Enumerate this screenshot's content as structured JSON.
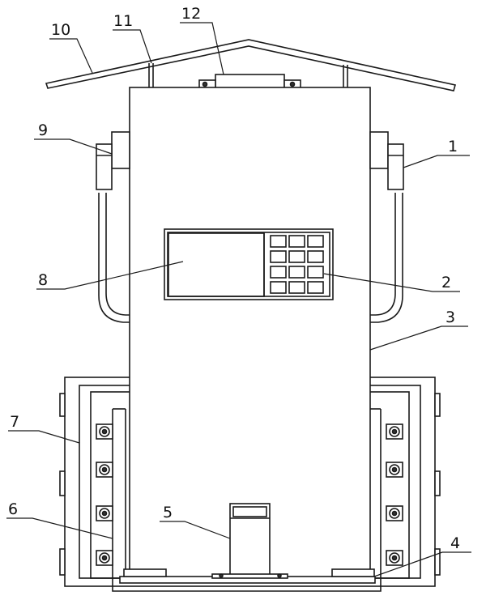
{
  "labels": {
    "l1": "1",
    "l2": "2",
    "l3": "3",
    "l4": "4",
    "l5": "5",
    "l6": "6",
    "l7": "7",
    "l8": "8",
    "l9": "9",
    "l10": "10",
    "l11": "11",
    "l12": "12"
  },
  "colors": {
    "line": "#1a1a1a",
    "background": "#ffffff"
  },
  "keypad": {
    "rows": 4,
    "cols": 3
  }
}
